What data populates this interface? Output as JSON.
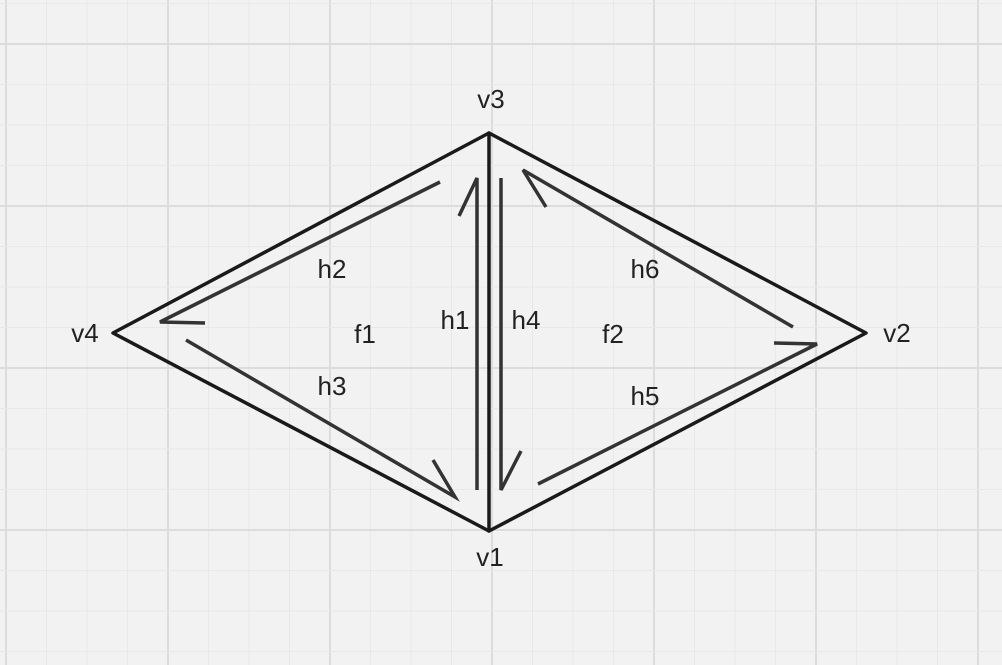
{
  "diagram": {
    "colors": {
      "background": "#f2f2f2",
      "grid_major": "#dcdcdc",
      "grid_minor": "#e8e8e8",
      "edge": "#1a1a1a",
      "half_edge": "#333333"
    },
    "vertices": {
      "v1": "v1",
      "v2": "v2",
      "v3": "v3",
      "v4": "v4"
    },
    "faces": {
      "f1": "f1",
      "f2": "f2"
    },
    "half_edges": {
      "h1": "h1",
      "h2": "h2",
      "h3": "h3",
      "h4": "h4",
      "h5": "h5",
      "h6": "h6"
    }
  }
}
